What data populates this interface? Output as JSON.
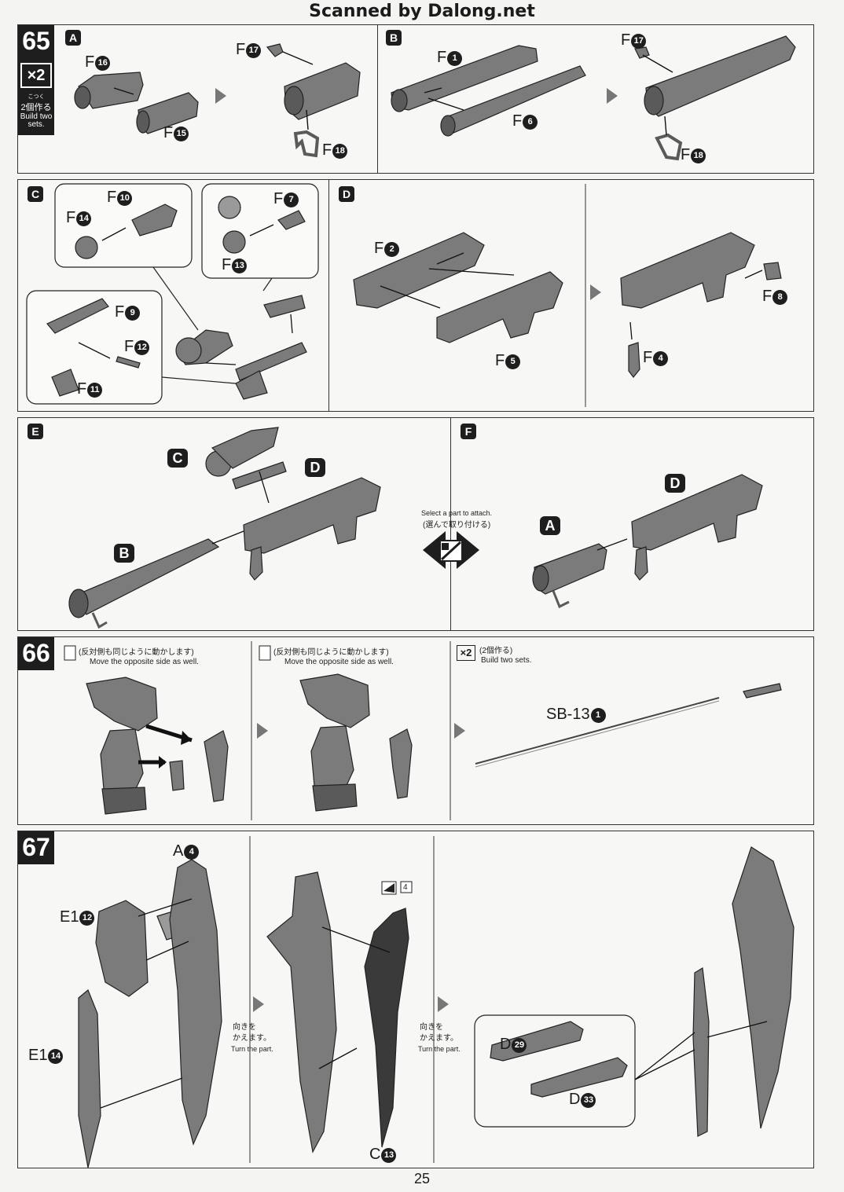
{
  "header": "Scanned by Dalong.net",
  "page_number": "25",
  "step65": {
    "number": "65",
    "multiplier": "×2",
    "sets_jp": "2個作る",
    "sets_ruby": "こつく",
    "sets_en": "Build two sets.",
    "A": {
      "letter": "A",
      "parts": [
        "F16",
        "F15",
        "F17",
        "F18"
      ]
    },
    "B": {
      "letter": "B",
      "parts": [
        "F1",
        "F6",
        "F17",
        "F18"
      ]
    },
    "C": {
      "letter": "C",
      "parts": [
        "F14",
        "F10",
        "F7",
        "F13",
        "F9",
        "F12",
        "F11"
      ]
    },
    "D": {
      "letter": "D",
      "parts": [
        "F2",
        "F5",
        "F8",
        "F4"
      ]
    },
    "E": {
      "letter": "E",
      "subs": [
        "C",
        "D",
        "B"
      ]
    },
    "F": {
      "letter": "F",
      "subs": [
        "D",
        "A"
      ]
    },
    "select_en": "Select a part to attach.",
    "select_jp": "(選んで取り付ける)"
  },
  "step66": {
    "number": "66",
    "note1_jp": "(反対側も同じように動かします)",
    "note1_en": "Move the opposite side as well.",
    "note2_jp": "(反対側も同じように動かします)",
    "note2_en": "Move the opposite side as well.",
    "multiplier": "×2",
    "sets_jp": "(2個作る)",
    "sets_en": "Build two sets.",
    "part": "SB-13",
    "part_num": "1"
  },
  "step67": {
    "number": "67",
    "parts": {
      "a4": "A",
      "e12": "E1",
      "e14": "E1",
      "c13": "C",
      "d29": "D",
      "d33": "D"
    },
    "turn_jp1": "向きを",
    "turn_jp2": "かえます。",
    "turn_en": "Turn the part.",
    "sticker": "4"
  },
  "nums": {
    "n16": "16",
    "n15": "15",
    "n17": "17",
    "n18": "18",
    "n1": "1",
    "n6": "6",
    "n14": "14",
    "n10": "10",
    "n7": "7",
    "n13": "13",
    "n9": "9",
    "n12": "12",
    "n11": "11",
    "n2": "2",
    "n5": "5",
    "n8": "8",
    "n4": "4",
    "n29": "29",
    "n33": "33"
  },
  "colors": {
    "part_fill": "#7b7b7b",
    "part_dark": "#4f4f4f",
    "border": "#333333",
    "page": "#f4f4f2"
  }
}
